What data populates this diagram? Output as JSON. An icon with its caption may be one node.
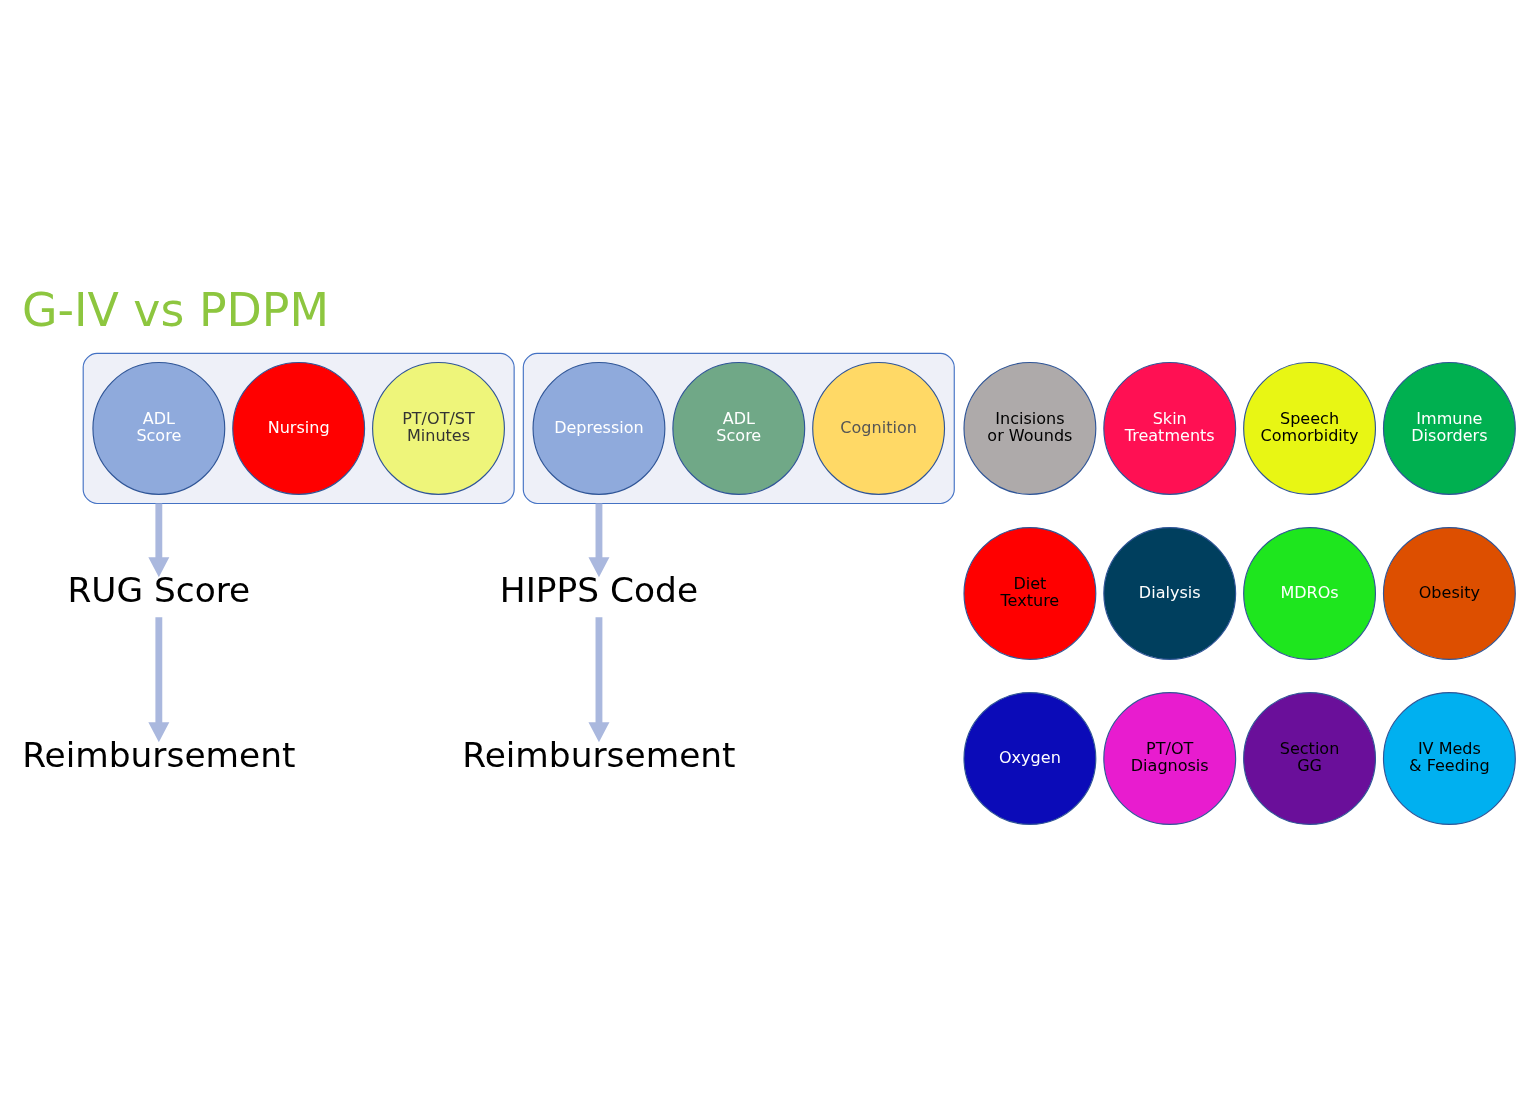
{
  "diagram": {
    "title": "G-IV vs PDPM",
    "nodes": [
      {
        "text": [],
        "shape": "funnel"
      },
      {
        "text": [
          "PT/OT/ST Minutes"
        ],
        "in": 0
      },
      {
        "text": [
          "Nursing"
        ],
        "in": 0
      },
      {
        "text": [
          "ADL Score"
        ],
        "in": 0
      },
      {
        "text": [
          "RUG Score"
        ]
      },
      {
        "text": [
          "Reimbursement"
        ]
      },
      {
        "text": [],
        "shape": "funnel"
      },
      {
        "text": [
          "Incisions or Wounds"
        ]
      },
      {
        "text": [
          "Skin Treatments"
        ]
      },
      {
        "text": [
          "Speech Comorbidity"
        ]
      },
      {
        "text": [
          "Immune Disorders"
        ]
      },
      {
        "text": [
          "Diet Texture"
        ]
      },
      {
        "text": [
          "Dialysis"
        ]
      },
      {
        "text": [
          "MDROs"
        ]
      },
      {
        "text": [
          "Obesity"
        ]
      },
      {
        "text": [
          "Oxygen"
        ]
      },
      {
        "text": [
          "PT/OT Diagnosis"
        ]
      },
      {
        "text": [
          "Section GG"
        ]
      },
      {
        "text": [
          "IV Meds & Feeding"
        ]
      },
      {
        "text": [
          "Cognition"
        ],
        "in": 6
      },
      {
        "text": [
          "ADL Score"
        ],
        "in": 6
      },
      {
        "text": [
          "Depression"
        ],
        "in": 6
      },
      {
        "text": [
          "HIPPS Code"
        ]
      },
      {
        "text": [
          "Reimbursement"
        ]
      }
    ],
    "edges": [
      {
        "from": 0,
        "to": 4,
        "arrow": "to"
      },
      {
        "from": 4,
        "to": 5,
        "arrow": "to"
      },
      {
        "from": 6,
        "to": 22,
        "arrow": "to"
      },
      {
        "from": 22,
        "to": 23,
        "arrow": "to"
      }
    ]
  }
}
